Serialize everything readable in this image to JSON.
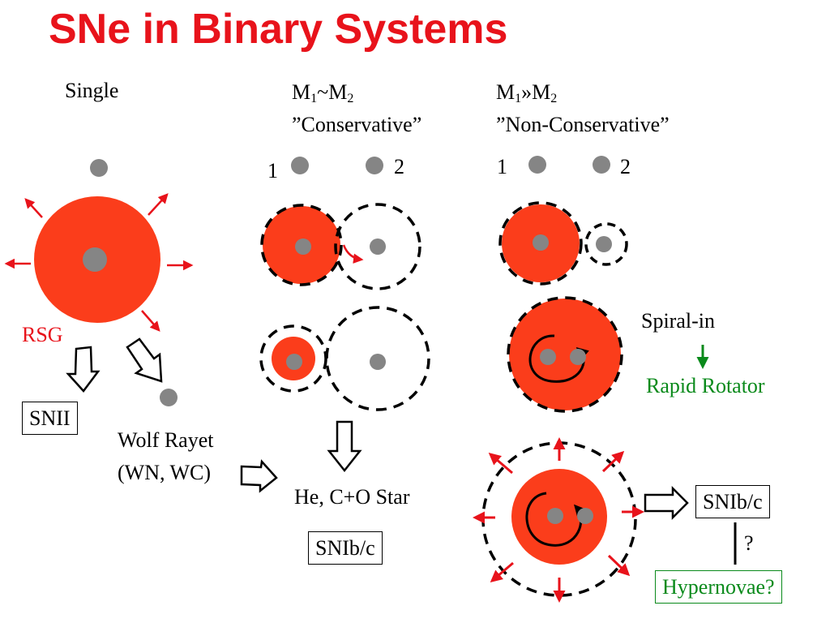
{
  "title": "SNe in Binary Systems",
  "columns": {
    "single": {
      "label": "Single"
    },
    "conservative": {
      "mass_m": "M",
      "mass_sub1": "1",
      "mass_rel": "~M",
      "mass_sub2": "2",
      "quote": "”Conservative”"
    },
    "non_conservative": {
      "mass_m": "M",
      "mass_sub1": "1",
      "mass_rel": "»M",
      "mass_sub2": "2",
      "quote": "”Non-Conservative”"
    }
  },
  "star_numbers": {
    "one": "1",
    "two": "2"
  },
  "labels": {
    "rsg": "RSG",
    "snii": "SNII",
    "wolf_rayet_line1": "Wolf Rayet",
    "wolf_rayet_line2": "(WN, WC)",
    "he_co_star": "He, C+O Star",
    "snibc": "SNIb/c",
    "spiral_in": "Spiral-in",
    "rapid_rotator": "Rapid Rotator",
    "question": "?",
    "hypernovae": "Hypernovae?"
  },
  "colors": {
    "title": "#e8131b",
    "star_fill": "#fb3d1b",
    "core": "#858585",
    "arrow_red": "#e8131b",
    "green": "#0a8a1b"
  }
}
